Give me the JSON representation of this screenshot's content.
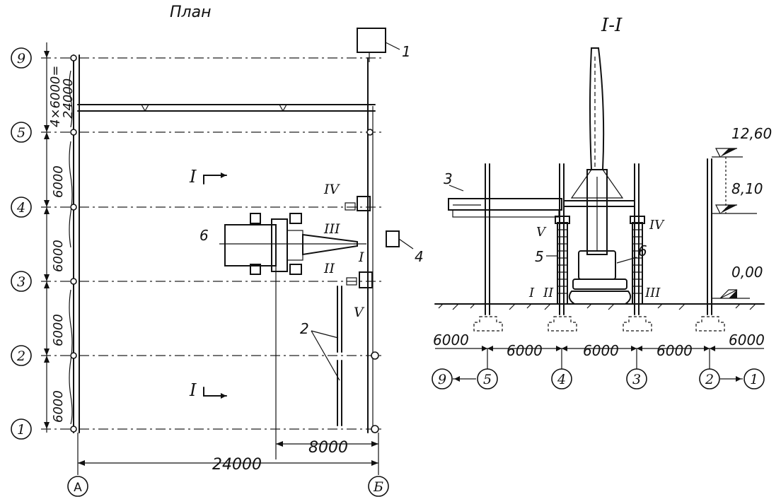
{
  "titles": {
    "plan": "План",
    "section": "I-I"
  },
  "plan": {
    "axes_rows": [
      "9",
      "5",
      "4",
      "3",
      "2",
      "1"
    ],
    "axes_cols": [
      "А",
      "Б"
    ],
    "dims_left": [
      "4×6000=",
      "24000",
      "6000",
      "6000",
      "6000",
      "6000"
    ],
    "dim_bottom": "24000",
    "dim_inner": "8000",
    "section_mark": "I",
    "callouts": [
      "1",
      "2",
      "4",
      "6"
    ],
    "stations": [
      "IV",
      "III",
      "II",
      "I",
      "V"
    ]
  },
  "section": {
    "levels": [
      "12,60",
      "8,10",
      "0,00"
    ],
    "axes": [
      "9",
      "5",
      "4",
      "3",
      "2",
      "1"
    ],
    "dims": [
      "6000",
      "6000",
      "6000",
      "6000",
      "6000"
    ],
    "callouts": [
      "3",
      "5",
      "6"
    ],
    "stations": [
      "V",
      "IV",
      "I",
      "II",
      "III"
    ]
  }
}
